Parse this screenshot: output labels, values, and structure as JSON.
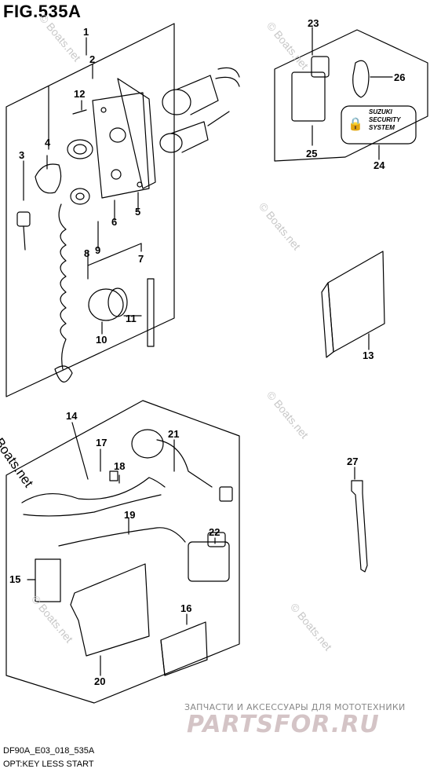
{
  "title": "FIG.535A",
  "watermark": "© Boats.net",
  "brand_subtitle": "ЗАПЧАСТИ И АКСЕССУАРЫ ДЛЯ МОТОТЕХНИКИ",
  "brand": "PARTSFOR.RU",
  "footer": {
    "code": "DF90A_E03_018_535A",
    "caption": "OPT:KEY LESS START"
  },
  "callouts": [
    "1",
    "2",
    "3",
    "4",
    "5",
    "6",
    "7",
    "8",
    "9",
    "10",
    "11",
    "12",
    "13",
    "14",
    "15",
    "16",
    "17",
    "18",
    "19",
    "20",
    "21",
    "22",
    "23",
    "24",
    "25",
    "26",
    "27"
  ],
  "security_label": {
    "line1": "SUZUKI",
    "line2": "SECURITY",
    "line3": "SYSTEM"
  },
  "colors": {
    "line": "#000000",
    "watermark": "#c8c8c8",
    "brand": "#d4c4c6"
  }
}
